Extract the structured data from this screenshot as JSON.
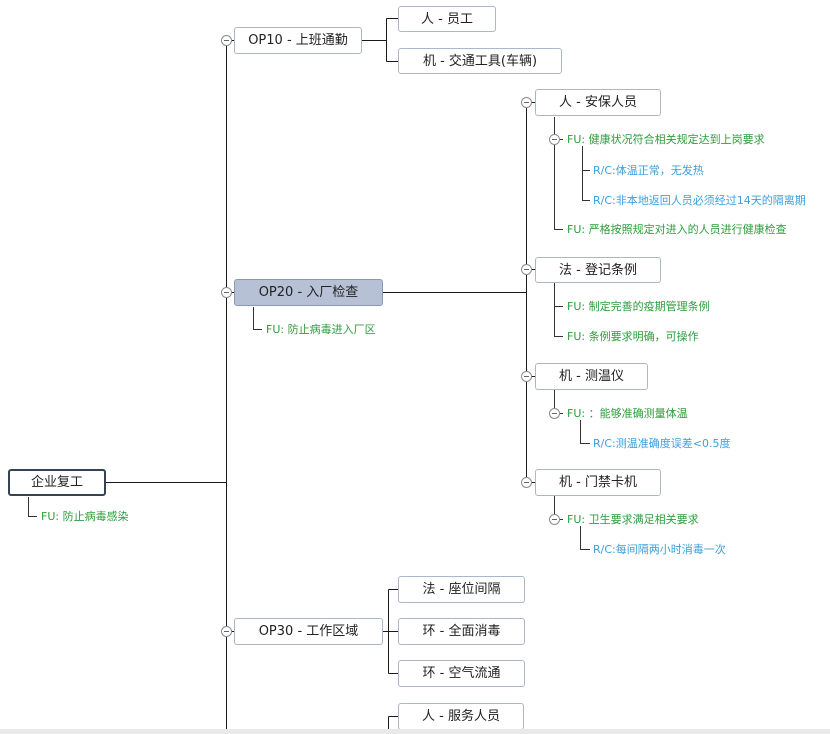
{
  "root": {
    "label": "企业复工",
    "note": "FU: 防止病毒感染"
  },
  "op10": {
    "label": "OP10 - 上班通勤",
    "children": [
      "人 - 员工",
      "机 - 交通工具(车辆)"
    ]
  },
  "op20": {
    "label": "OP20 - 入厂检查",
    "note": "FU: 防止病毒进入厂区",
    "security": {
      "label": "人 - 安保人员",
      "fu1": "FU: 健康状况符合相关规定达到上岗要求",
      "rc1": "R/C:体温正常，无发热",
      "rc2": "R/C:非本地返回人员必须经过14天的隔离期",
      "fu2": "FU: 严格按照规定对进入的人员进行健康检查"
    },
    "registration": {
      "label": "法 - 登记条例",
      "fu1": "FU: 制定完善的疫期管理条例",
      "fu2": "FU: 条例要求明确，可操作"
    },
    "thermometer": {
      "label": "机 - 测温仪",
      "fu1": "FU: ：能够准确测量体温",
      "rc1": "R/C:测温准确度误差<0.5度"
    },
    "gate": {
      "label": "机 - 门禁卡机",
      "fu1": "FU: 卫生要求满足相关要求",
      "rc1": "R/C:每间隔两小时消毒一次"
    }
  },
  "op30": {
    "label": "OP30 - 工作区域",
    "children": [
      "法 - 座位间隔",
      "环 - 全面消毒",
      "环 - 空气流通"
    ]
  },
  "op40_partial": {
    "children": [
      "人 - 服务人员"
    ]
  }
}
